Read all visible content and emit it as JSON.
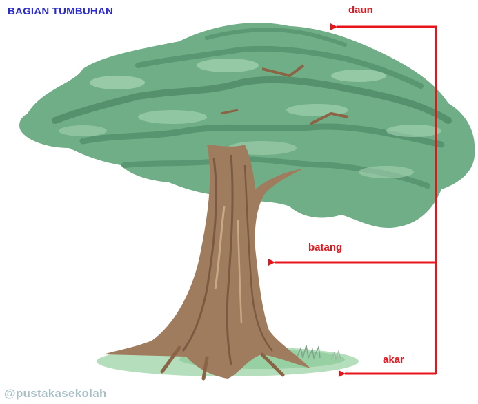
{
  "diagram": {
    "title": "BAGIAN TUMBUHAN",
    "labels": {
      "leaves": "daun",
      "stem": "batang",
      "roots": "akar"
    },
    "watermark": "@pustakasekolah",
    "colors": {
      "title": "#2b2bd6",
      "labels": "#e8141c",
      "arrows": "#e8141c",
      "foliage": "#6fae86",
      "foliage_dark": "#3f7a5a",
      "trunk": "#a07c5e",
      "watermark": "#a9bfc6"
    }
  }
}
